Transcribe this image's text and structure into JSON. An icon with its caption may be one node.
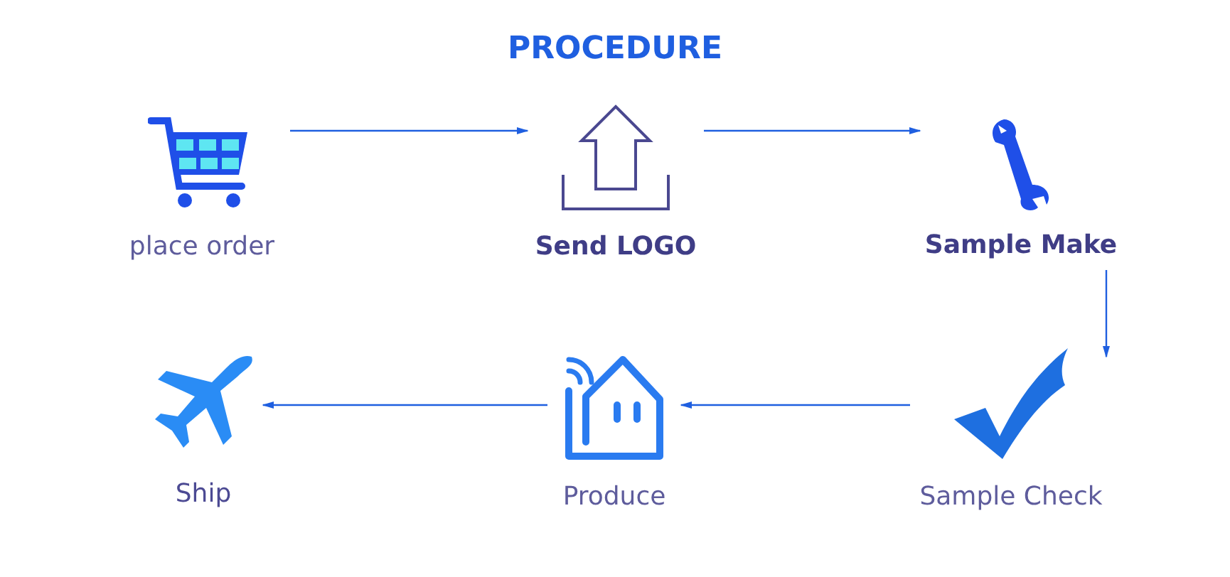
{
  "diagram": {
    "title": "PROCEDURE",
    "nodes": [
      {
        "text": [
          "place order"
        ]
      },
      {
        "text": [
          "Send LOGO"
        ]
      },
      {
        "text": [
          "Sample Make"
        ]
      },
      {
        "text": [
          "Ship"
        ]
      },
      {
        "text": [
          "Produce"
        ]
      },
      {
        "text": [
          "Sample Check"
        ]
      }
    ],
    "edges": [
      {
        "from": 0,
        "to": 1,
        "arrow": "to"
      },
      {
        "from": 1,
        "to": 2,
        "arrow": "to"
      },
      {
        "from": 2,
        "to": 5,
        "arrow": "to"
      },
      {
        "from": 5,
        "to": 4,
        "arrow": "to"
      },
      {
        "from": 4,
        "to": 3,
        "arrow": "to"
      }
    ]
  }
}
